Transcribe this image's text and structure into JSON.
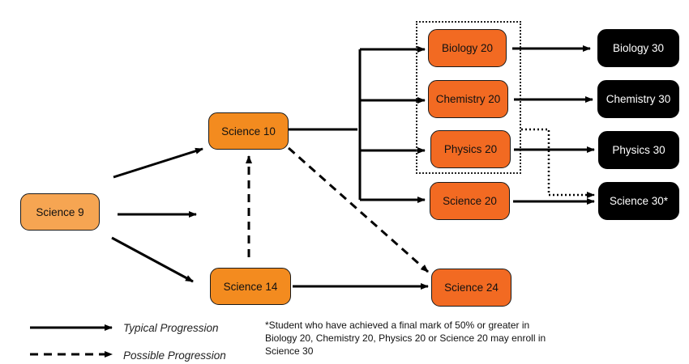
{
  "nodes": {
    "science_9": "Science 9",
    "science_10": "Science 10",
    "science_14": "Science 14",
    "biology_20": "Biology 20",
    "chemistry_20": "Chemistry 20",
    "physics_20": "Physics 20",
    "science_20": "Science 20",
    "science_24": "Science 24",
    "biology_30": "Biology 30",
    "chemistry_30": "Chemistry 30",
    "physics_30": "Physics 30",
    "science_30": "Science 30*"
  },
  "legend": {
    "typical": "Typical Progression",
    "possible": "Possible Progression"
  },
  "footnote": {
    "line1": "*Student who have achieved a final mark of 50% or greater in",
    "line2": "Biology 20, Chemistry 20, Physics 20 or Science 20 may enroll in",
    "line3": "Science 30"
  },
  "colors": {
    "science_9_fill": "#f6a552",
    "grade_10_fill": "#f38b1f",
    "grade_20_fill": "#f26a22",
    "grade_30_fill": "#000000"
  }
}
